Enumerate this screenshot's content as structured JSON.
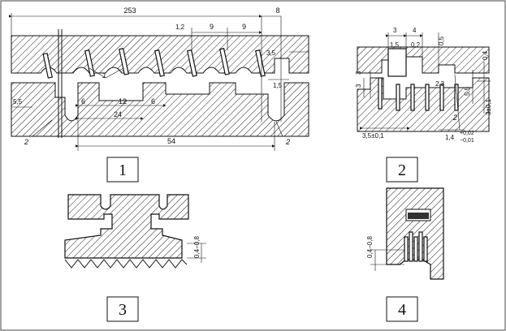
{
  "panels": [
    {
      "id": "1",
      "label": "1"
    },
    {
      "id": "2",
      "label": "2"
    },
    {
      "id": "3",
      "label": "3"
    },
    {
      "id": "4",
      "label": "4"
    }
  ],
  "fig1": {
    "dims": {
      "d253": "253",
      "d8": "8",
      "d1_2": "1,2",
      "d9a": "9",
      "d9b": "9",
      "d3_5": "3,5",
      "d1_5": "1,5",
      "d5_5": "5,5",
      "d6a": "6",
      "d12": "12",
      "d6b": "6",
      "d24": "24",
      "d54": "54"
    },
    "callouts": {
      "c1": "1",
      "c2a": "2",
      "c2b": "2"
    }
  },
  "fig2": {
    "dims": {
      "d3top": "3",
      "d4top": "4",
      "d1_5": "1,5",
      "d0_2": "0,2",
      "d0_5": "0,5",
      "d0_4": "0,4",
      "d3a": "3",
      "d3b": "3",
      "d2_3": "2,3",
      "d5_5": "5,5",
      "d3pm": "3±0,1",
      "d3_5pm": "3,5±0,1",
      "d1_4": "1,4",
      "tol_plus": "+0,02",
      "tol_minus": "−0,01"
    },
    "callouts": {
      "c2": "2"
    }
  },
  "fig3": {
    "dims": {
      "d04_08": "0,4−0,8"
    }
  },
  "fig4": {
    "dims": {
      "d04_08": "0,4−0,8"
    }
  }
}
